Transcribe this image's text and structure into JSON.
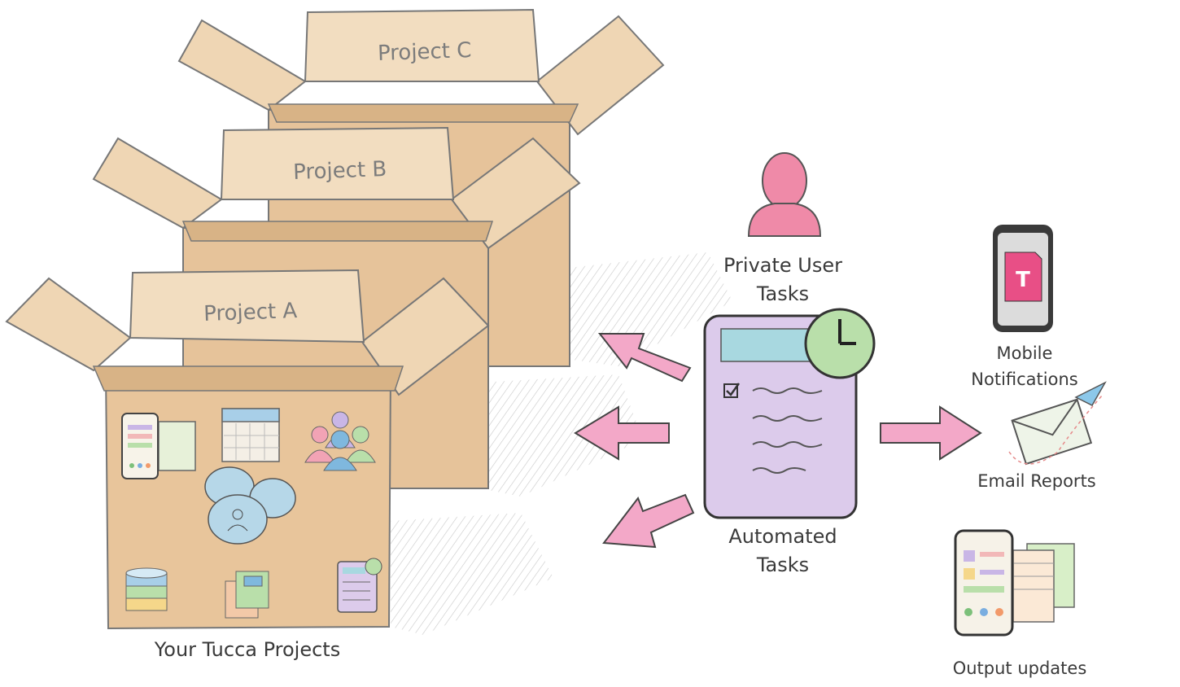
{
  "projects": {
    "c": "Project C",
    "b": "Project B",
    "a": "Project A",
    "caption": "Your Tucca Projects"
  },
  "private_tasks": {
    "line1": "Private User",
    "line2": "Tasks"
  },
  "automated_tasks": {
    "line1": "Automated",
    "line2": "Tasks"
  },
  "mobile_notifications": {
    "line1": "Mobile",
    "line2": "Notifications",
    "app_letter": "T"
  },
  "email_reports": "Email Reports",
  "output_updates": "Output updates",
  "colors": {
    "box_side": "#e9c9a0",
    "box_front": "#e8c59b",
    "box_flap": "#efd6b4",
    "arrow": "#f3a8c8",
    "checklist": "#dccbeb",
    "clock": "#b9dfaa",
    "person": "#ef8aa8",
    "phone_screen_icon": "#e84f86"
  }
}
